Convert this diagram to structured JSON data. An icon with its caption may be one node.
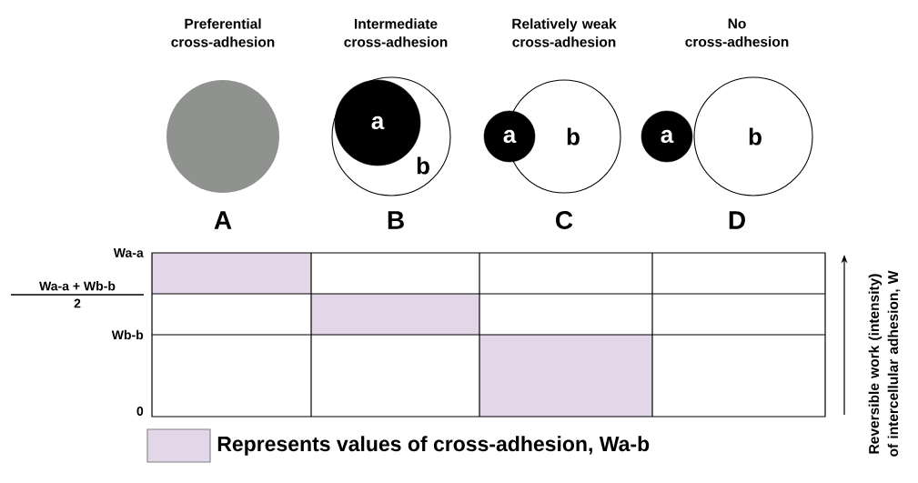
{
  "diagram": {
    "nodes": [
      {
        "text": [],
        "shape": "circle"
      },
      {
        "text": [
          "b"
        ]
      },
      {
        "text": [
          "a"
        ],
        "in": 1
      },
      {
        "text": [
          "a"
        ]
      },
      {
        "text": [
          "b"
        ]
      },
      {
        "text": [
          "a"
        ]
      },
      {
        "text": [
          "b"
        ]
      }
    ],
    "labels": [
      "Preferential cross-adhesion",
      "Intermediate cross-adhesion",
      "Relatively weak cross-adhesion",
      "No cross-adhesion",
      "A",
      "B",
      "C",
      "D",
      "Wa-a",
      "Wa-a + Wb-b",
      "2",
      "Wb-b",
      "0",
      "Reversible work (intensity) of intercellular adhesion, W"
    ],
    "legend": [
      {
        "text": "Represents values of cross-adhesion, Wa-b",
        "color": "#e2d6e8"
      }
    ]
  }
}
